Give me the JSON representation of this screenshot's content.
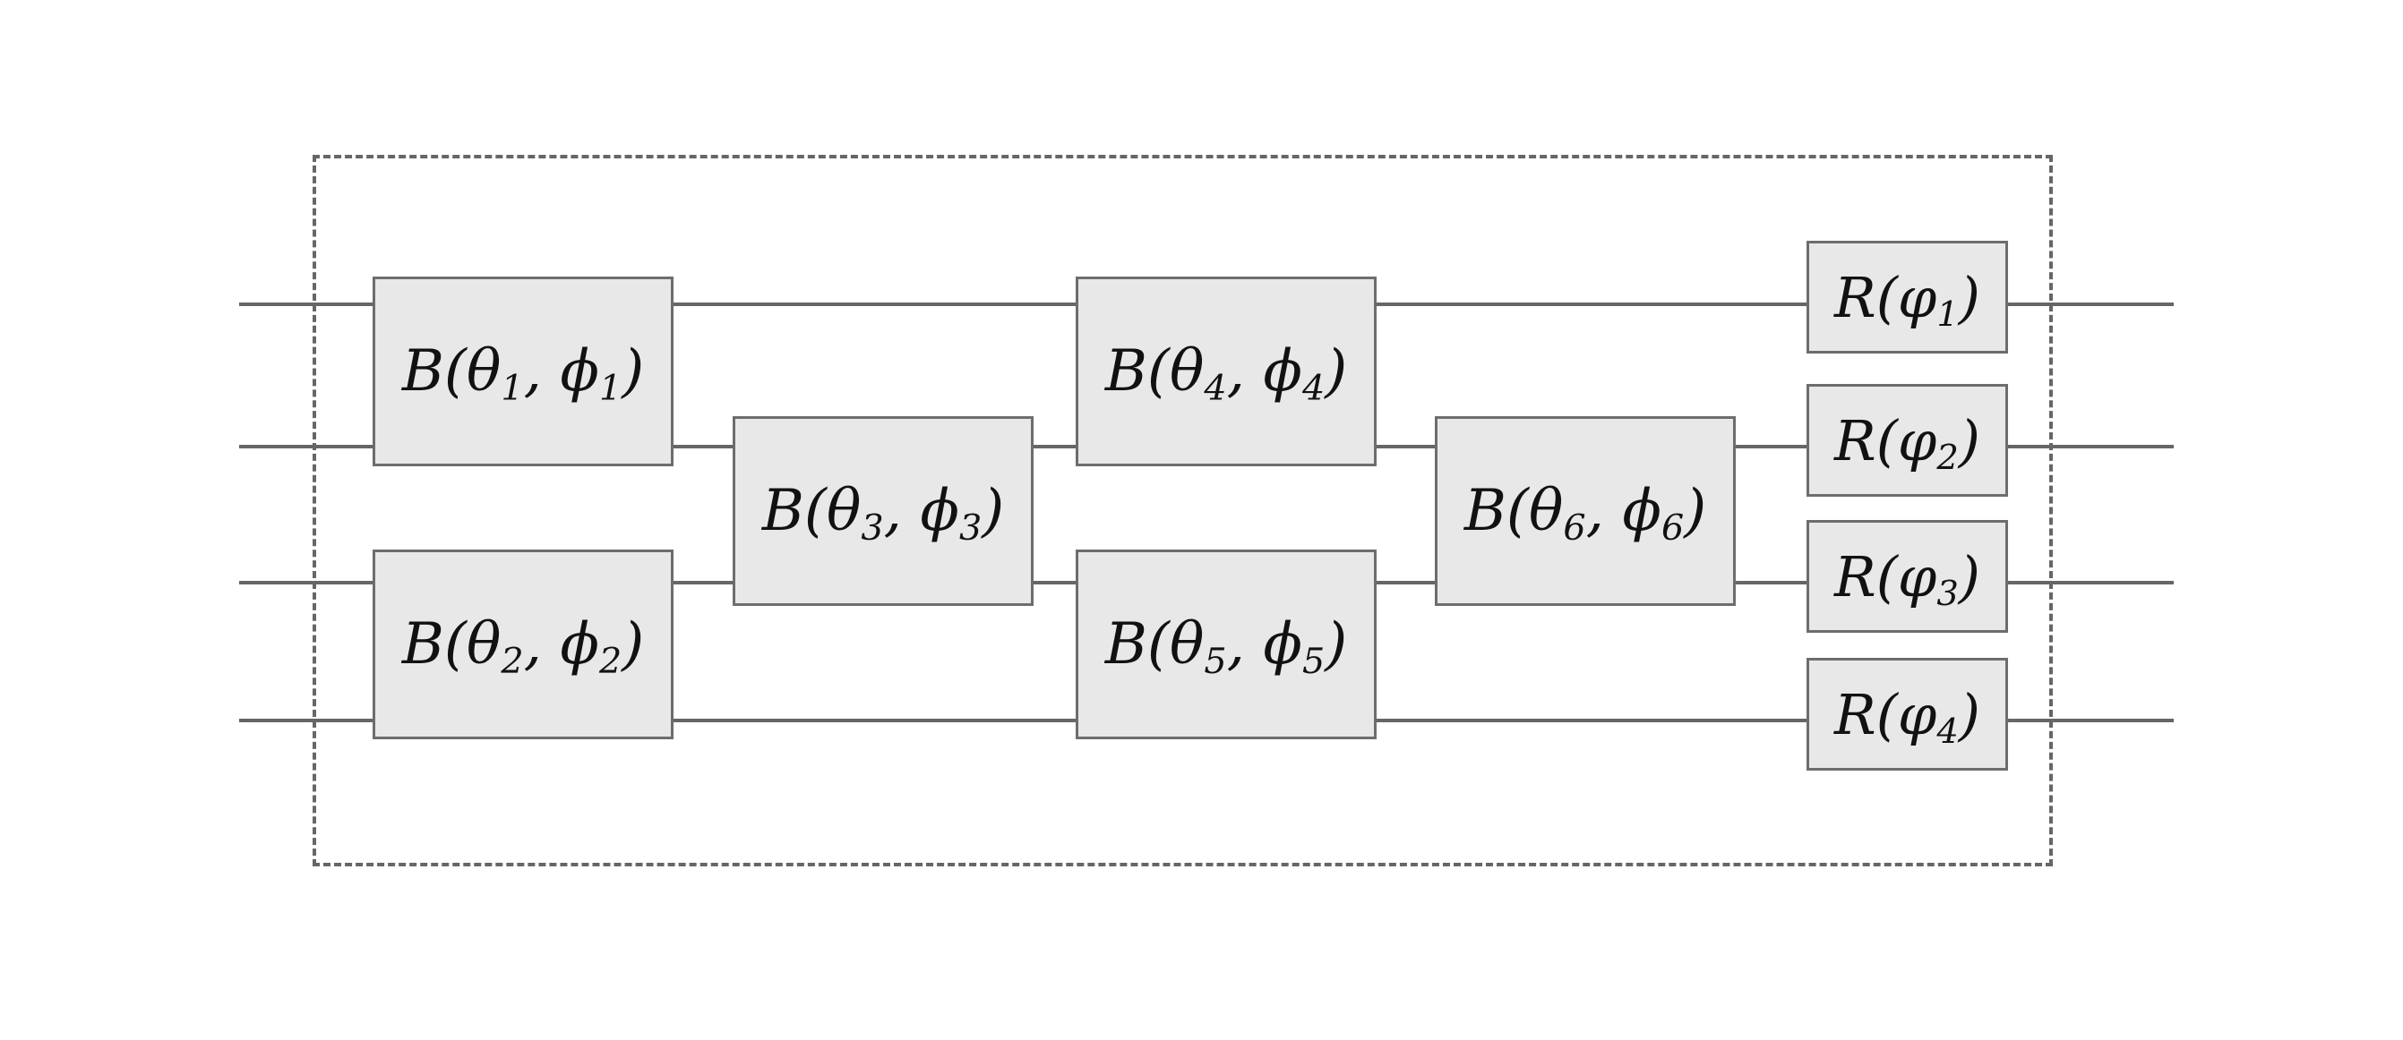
{
  "diagram": {
    "description_visible": "",
    "wire_count": 4,
    "colors": {
      "background": "#ffffff",
      "gate_fill": "#e8e8e8",
      "gate_border": "#6d6d6d",
      "wire": "#666666",
      "dashed_boundary": "#666666",
      "label_text": "#111111"
    }
  },
  "gates": {
    "b": [
      {
        "label": "B(θ1, ϕ1)",
        "prefix": "B(θ",
        "sub1": "1",
        "mid": ", ϕ",
        "sub2": "1",
        "close": ")"
      },
      {
        "label": "B(θ2, ϕ2)",
        "prefix": "B(θ",
        "sub1": "2",
        "mid": ", ϕ",
        "sub2": "2",
        "close": ")"
      },
      {
        "label": "B(θ3, ϕ3)",
        "prefix": "B(θ",
        "sub1": "3",
        "mid": ", ϕ",
        "sub2": "3",
        "close": ")"
      },
      {
        "label": "B(θ4, ϕ4)",
        "prefix": "B(θ",
        "sub1": "4",
        "mid": ", ϕ",
        "sub2": "4",
        "close": ")"
      },
      {
        "label": "B(θ5, ϕ5)",
        "prefix": "B(θ",
        "sub1": "5",
        "mid": ", ϕ",
        "sub2": "5",
        "close": ")"
      },
      {
        "label": "B(θ6, ϕ6)",
        "prefix": "B(θ",
        "sub1": "6",
        "mid": ", ϕ",
        "sub2": "6",
        "close": ")"
      }
    ],
    "r": [
      {
        "label": "R(φ1)",
        "prefix": "R(φ",
        "sub": "1",
        "close": ")"
      },
      {
        "label": "R(φ2)",
        "prefix": "R(φ",
        "sub": "2",
        "close": ")"
      },
      {
        "label": "R(φ3)",
        "prefix": "R(φ",
        "sub": "3",
        "close": ")"
      },
      {
        "label": "R(φ4)",
        "prefix": "R(φ",
        "sub": "4",
        "close": ")"
      }
    ]
  }
}
